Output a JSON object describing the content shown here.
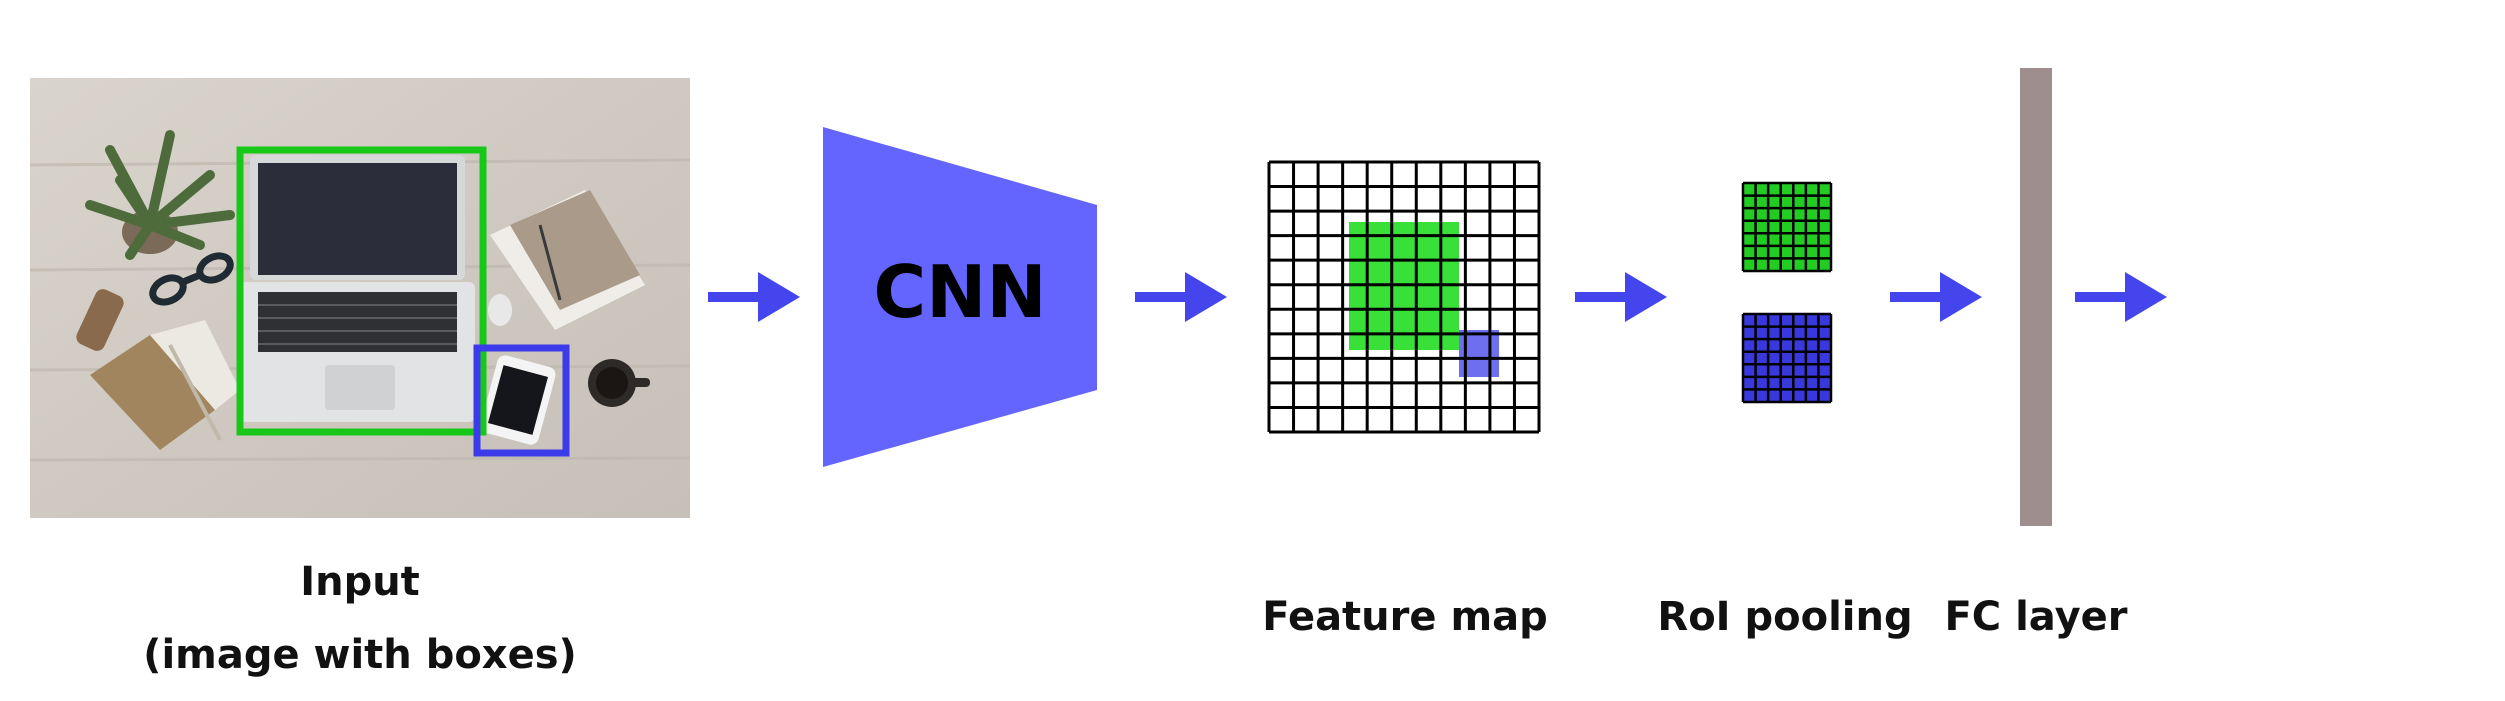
{
  "labels": {
    "input_line1": "Input",
    "input_line2": "(image with boxes)",
    "cnn": "CNN",
    "feature_map": "Feature map",
    "roi_pooling": "RoI pooling",
    "fc_layer": "FC layer"
  },
  "colors": {
    "accent_blue": "#4545ee",
    "cnn_fill": "#6464ff",
    "roi_green": "#22cc22",
    "roi_blue": "#3838dd",
    "fc_bar": "#9e8e8e",
    "grid_line": "#000000"
  },
  "input_image": {
    "description_icon": "desk-photo-with-laptop-and-phone",
    "boxes": [
      {
        "name": "laptop-box",
        "color": "#18c818"
      },
      {
        "name": "phone-box",
        "color": "#3b3bea"
      }
    ]
  },
  "feature_map": {
    "grid": 11
  },
  "roi_pooling": {
    "grid": 7
  }
}
